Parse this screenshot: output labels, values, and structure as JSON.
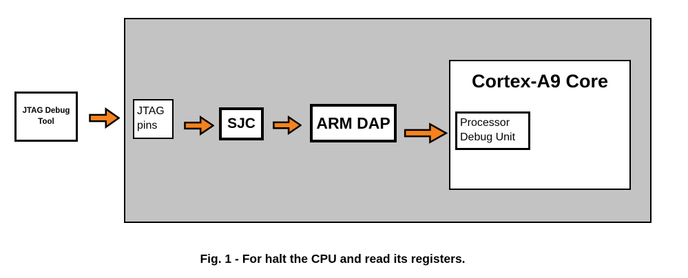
{
  "diagram": {
    "caption": "Fig. 1 - For halt the CPU and read its registers.",
    "colors": {
      "canvas_background": "#ffffff",
      "container_fill": "#c3c3c3",
      "container_border": "#000000",
      "node_fill": "#ffffff",
      "node_border": "#000000",
      "arrow_fill": "#f5821f",
      "arrow_outline": "#000000",
      "text": "#000000"
    },
    "nodes": {
      "jtag_debug_tool": {
        "line1": "JTAG Debug",
        "line2": "Tool"
      },
      "jtag_pins": {
        "line1": "JTAG",
        "line2": "pins"
      },
      "sjc": {
        "label": "SJC"
      },
      "arm_dap": {
        "label": "ARM DAP"
      },
      "cortex_a9_core": {
        "title": "Cortex-A9 Core"
      },
      "processor_debug_unit": {
        "line1": "Processor",
        "line2": "Debug Unit"
      }
    },
    "icons": {
      "flow_arrow": "block-arrow-right"
    }
  }
}
